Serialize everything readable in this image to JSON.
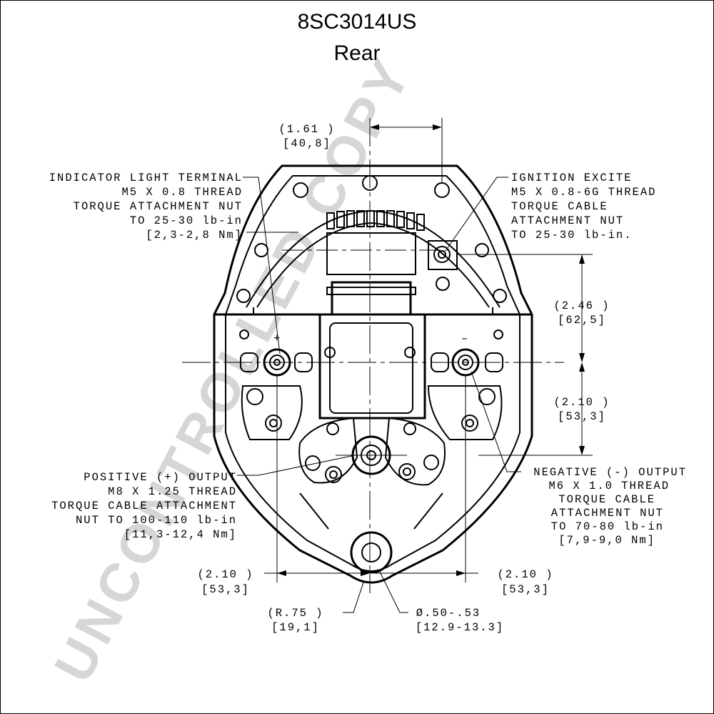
{
  "title": "8SC3014US",
  "subtitle": "Rear",
  "watermark": "UNCONTROLLED COPY",
  "callouts": {
    "indicator": [
      "INDICATOR LIGHT TERMINAL",
      "M5 X 0.8 THREAD",
      "TORQUE ATTACHMENT NUT",
      "TO 25-30 lb-in",
      "[2,3-2,8 Nm]"
    ],
    "ignition": [
      "IGNITION EXCITE",
      "M5 X 0.8-6G THREAD",
      "TORQUE CABLE",
      "ATTACHMENT NUT",
      "TO 25-30 lb-in."
    ],
    "positive": [
      "POSITIVE (+) OUTPUT",
      "M8 X 1.25 THREAD",
      "TORQUE CABLE ATTACHMENT",
      "NUT TO 100-110 lb-in",
      "[11,3-12,4 Nm]"
    ],
    "negative": [
      "NEGATIVE (-) OUTPUT",
      "M6 X 1.0 THREAD",
      "TORQUE CABLE",
      "ATTACHMENT NUT",
      "TO 70-80 lb-in",
      "[7,9-9,0 Nm]"
    ]
  },
  "dimensions": {
    "top_width": [
      "(1.61    )",
      "[40,8]"
    ],
    "right_upper": [
      "(2.46    )",
      "[62,5]"
    ],
    "right_lower": [
      "(2.10    )",
      "[53,3]"
    ],
    "bottom_left": [
      "(2.10    )",
      "[53,3]"
    ],
    "bottom_right": [
      "(2.10    )",
      "[53,3]"
    ],
    "radius": [
      "(R.75    )",
      "[19,1]"
    ],
    "hole": [
      "Ø.50-.53",
      "[12.9-13.3]"
    ]
  },
  "terminal_marks": {
    "positive": "+",
    "negative": "–"
  }
}
